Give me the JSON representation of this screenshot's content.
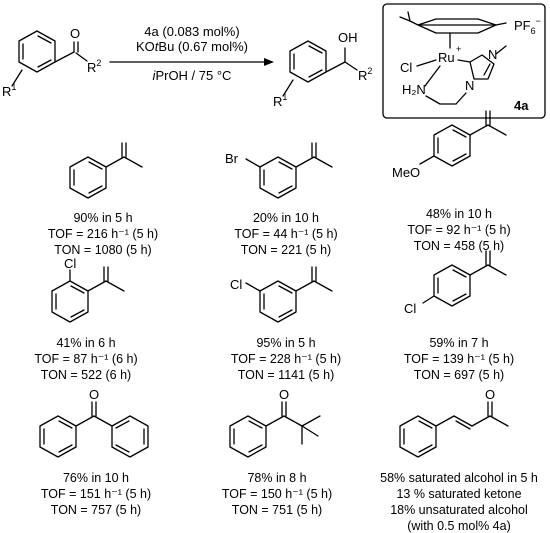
{
  "reaction": {
    "condition_line1": "4a (0.083 mol%)",
    "condition_line2_pre": "KO",
    "condition_line2_italic": "t",
    "condition_line2_post": "Bu (0.67 mol%)",
    "condition_line3_italic": "i",
    "condition_line3_post": "PrOH / 75 °C",
    "substrate_label_r2": "R",
    "substrate_label_r1": "R",
    "sup_2": "2",
    "sup_1": "1",
    "oxygen": "O",
    "hydroxyl": "OH"
  },
  "catalyst": {
    "counterion": "PF",
    "counterion_sub": "6",
    "counterion_charge": "−",
    "metal": "Ru",
    "metal_charge": "+",
    "chloride": "Cl",
    "amine": "H₂N",
    "nitrogen": "N",
    "label": "4a"
  },
  "substituent_labels": {
    "bromo": "Br",
    "methoxy": "MeO",
    "chloro": "Cl",
    "oxygen": "O"
  },
  "results": [
    {
      "line1": "90% in 5 h",
      "line2": "TOF = 216 h⁻¹ (5 h)",
      "line3": "TON = 1080 (5 h)"
    },
    {
      "line1": "20% in 10 h",
      "line2": "TOF = 44 h⁻¹ (5 h)",
      "line3": "TON = 221 (5 h)"
    },
    {
      "line1": "48% in 10 h",
      "line2": "TOF = 92 h⁻¹ (5 h)",
      "line3": "TON = 458 (5 h)"
    },
    {
      "line1": "41% in 6 h",
      "line2": "TOF = 87 h⁻¹ (6 h)",
      "line3": "TON = 522 (6 h)"
    },
    {
      "line1": "95% in 5 h",
      "line2": "TOF = 228 h⁻¹ (5 h)",
      "line3": "TON = 1141 (5 h)"
    },
    {
      "line1": "59% in 7 h",
      "line2": "TOF = 139 h⁻¹ (5 h)",
      "line3": "TON = 697 (5 h)"
    },
    {
      "line1": "76% in 10 h",
      "line2": "TOF = 151 h⁻¹ (5 h)",
      "line3": "TON = 757 (5 h)"
    },
    {
      "line1": "78% in 8 h",
      "line2": "TOF = 150 h⁻¹ (5 h)",
      "line3": "TON = 751 (5 h)"
    },
    {
      "line1": "58% saturated alcohol in 5 h",
      "line2": "13 % saturated ketone",
      "line3": "18% unsaturated alcohol",
      "line4": "(with 0.5 mol% 4a)"
    }
  ]
}
